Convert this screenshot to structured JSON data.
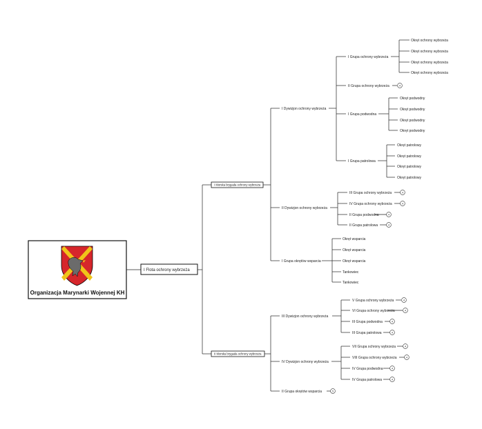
{
  "root": {
    "title": "Organizacja Marynarki Wojennej KH"
  },
  "fleet": {
    "label": "I Flota ochrony wybrzeża"
  },
  "brigade1": {
    "label": "I Morska brygada ochrony wybrzeża"
  },
  "brigade2": {
    "label": "II Morska brygada ochrony wybrzeża"
  },
  "div1": {
    "label": "I Dywizjon ochrony wybrzeża",
    "g1": {
      "label": "I Grupa ochrony wybrzeża",
      "items": [
        "Okręt ochrony wybrzeża",
        "Okręt ochrony wybrzeża",
        "Okręt ochrony wybrzeża",
        "Okręt ochrony wybrzeża"
      ]
    },
    "g2": {
      "label": "II Grupa ochrony wybrzeża",
      "badge": "4"
    },
    "g3": {
      "label": "I Grupa podwodna",
      "items": [
        "Okręt podwodny",
        "Okręt podwodny",
        "Okręt podwodny",
        "Okręt podwodny"
      ]
    },
    "g4": {
      "label": "I Grupa patrolowa",
      "items": [
        "Okręt patrolowy",
        "Okręt patrolowy",
        "Okręt patrolowy",
        "Okręt patrolowy"
      ]
    }
  },
  "div2": {
    "label": "II Dywizjon ochrony wybrzeża",
    "items": [
      {
        "label": "III Grupa ochrony wybrzeża",
        "badge": "4"
      },
      {
        "label": "IV Grupa ochrony wybrzeża",
        "badge": "4"
      },
      {
        "label": "II Grupa podwodna",
        "badge": "4"
      },
      {
        "label": "II Grupa patrolowa",
        "badge": "4"
      }
    ]
  },
  "support1": {
    "label": "I Grupa okrętów wsparcia",
    "items": [
      "Okręt wsparcia",
      "Okręt wsparcia",
      "Okręt wsparcia",
      "Tankowiec",
      "Tankowiec"
    ]
  },
  "div3": {
    "label": "III Dywizjon ochrony wybrzeża",
    "items": [
      {
        "label": "V Grupa ochrony wybrzeża",
        "badge": "4"
      },
      {
        "label": "VI Grupa ochrony wybrzeża",
        "badge": "4"
      },
      {
        "label": "III Grupa podwodna",
        "badge": "4"
      },
      {
        "label": "III Grupa patrolowa",
        "badge": "4"
      }
    ]
  },
  "div4": {
    "label": "IV Dywizjon ochrony wybrzeża",
    "items": [
      {
        "label": "VII Grupa ochrony wybrzeża",
        "badge": "4"
      },
      {
        "label": "VIII Grupa ochrony wybrzeża",
        "badge": "4"
      },
      {
        "label": "IV Grupa podwodna",
        "badge": "4"
      },
      {
        "label": "IV Grupa patrolowa",
        "badge": "4"
      }
    ]
  },
  "support2": {
    "label": "II Grupa okrętów wsparcia",
    "badge": "5"
  },
  "colors": {
    "line": "#222222",
    "shield_red": "#d6262b",
    "shield_yellow": "#f0c419",
    "shield_outline": "#000000"
  }
}
